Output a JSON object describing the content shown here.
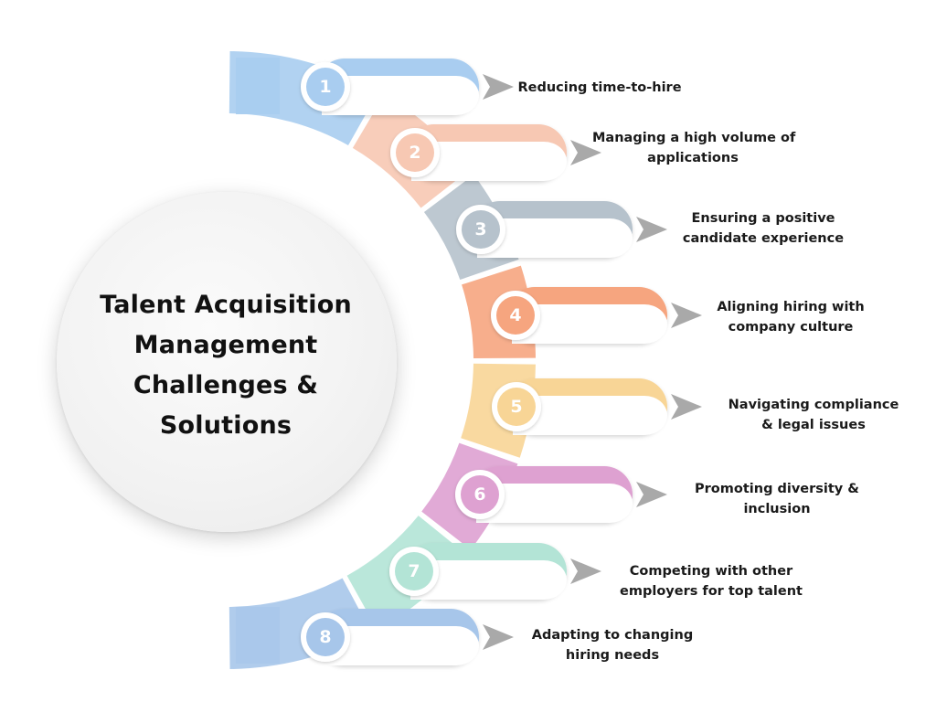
{
  "title_lines": [
    "Talent Acquisition",
    "Management",
    "Challenges &",
    "Solutions"
  ],
  "colors": {
    "background": "#ffffff",
    "title": "#111111",
    "label": "#1a1a1a",
    "arrow": "#a9a9a9"
  },
  "items": [
    {
      "number": "1",
      "color": "#a9cdf0",
      "lines": [
        "Reducing time-to-hire"
      ]
    },
    {
      "number": "2",
      "color": "#f7c8b3",
      "lines": [
        "Managing a high volume of",
        "applications"
      ]
    },
    {
      "number": "3",
      "color": "#b6c2cc",
      "lines": [
        "Ensuring a positive",
        "candidate experience"
      ]
    },
    {
      "number": "4",
      "color": "#f6a57f",
      "lines": [
        "Aligning hiring with",
        "company culture"
      ]
    },
    {
      "number": "5",
      "color": "#f8d596",
      "lines": [
        "Navigating compliance",
        "& legal issues"
      ]
    },
    {
      "number": "6",
      "color": "#dea1d1",
      "lines": [
        "Promoting diversity &",
        "inclusion"
      ]
    },
    {
      "number": "7",
      "color": "#b3e4d6",
      "lines": [
        "Competing with other",
        "employers for top talent"
      ]
    },
    {
      "number": "8",
      "color": "#a7c6ea",
      "lines": [
        "Adapting to changing",
        "hiring needs"
      ]
    }
  ]
}
